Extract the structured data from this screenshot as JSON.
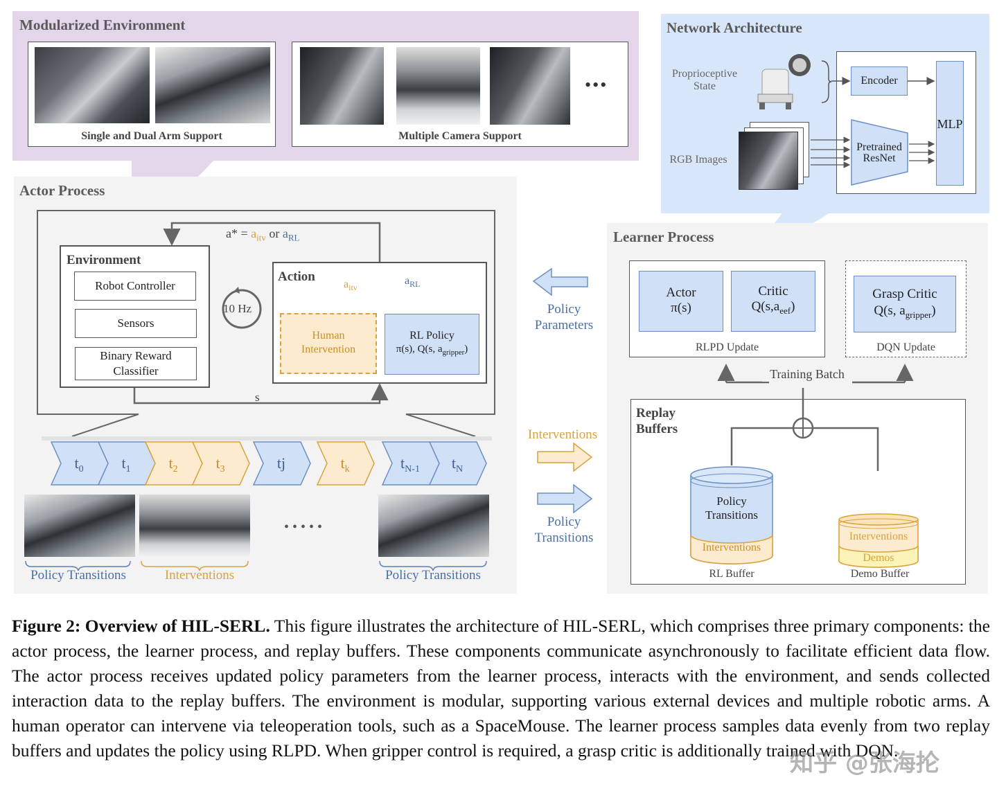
{
  "modular_env": {
    "title": "Modularized Environment",
    "arm_support": "Single and Dual Arm Support",
    "camera_support": "Multiple Camera Support",
    "more": "•••"
  },
  "network": {
    "title": "Network Architecture",
    "proprio": "Proprioceptive State",
    "rgb": "RGB Images",
    "encoder": "Encoder",
    "resnet_line1": "Pretrained",
    "resnet_line2": "ResNet",
    "mlp": "MLP"
  },
  "actor": {
    "title": "Actor Process",
    "env_title": "Environment",
    "robot_controller": "Robot Controller",
    "sensors": "Sensors",
    "reward_line1": "Binary Reward",
    "reward_line2": "Classifier",
    "rate": "10 Hz",
    "action_title": "Action",
    "a_star": "a* = ",
    "a_itv_base": "a",
    "a_itv_sub": "itv",
    "or_text": " or ",
    "a_rl_base": "a",
    "a_rl_sub": "RL",
    "human_line1": "Human",
    "human_line2": "Intervention",
    "rl_policy_line1": "RL Policy",
    "rl_policy_line2": "π(s), Q(s, a",
    "rl_policy_sub": "gripper",
    "rl_policy_close": ")",
    "s_label": "s"
  },
  "timeline": {
    "steps": [
      {
        "base": "t",
        "sub": "0",
        "kind": "blue"
      },
      {
        "base": "t",
        "sub": "1",
        "kind": "blue"
      },
      {
        "base": "t",
        "sub": "2",
        "kind": "orange"
      },
      {
        "base": "t",
        "sub": "3",
        "kind": "orange"
      },
      {
        "base": "tj",
        "sub": "",
        "kind": "blue"
      },
      {
        "base": "t",
        "sub": "k",
        "kind": "orange"
      },
      {
        "base": "t",
        "sub": "N-1",
        "kind": "blue"
      },
      {
        "base": "t",
        "sub": "N",
        "kind": "blue"
      }
    ],
    "policy_transitions_left": "Policy Transitions",
    "interventions": "Interventions",
    "policy_transitions_right": "Policy Transitions",
    "dots": "• • • • •"
  },
  "middle": {
    "policy_params_line1": "Policy",
    "policy_params_line2": "Parameters",
    "interventions": "Interventions",
    "policy_trans_line1": "Policy",
    "policy_trans_line2": "Transitions"
  },
  "learner": {
    "title": "Learner Process",
    "actor_line1": "Actor",
    "actor_line2": "π(s)",
    "critic_line1": "Critic",
    "critic_line2": "Q(s,a",
    "critic_sub": "eef",
    "critic_close": ")",
    "rlpd": "RLPD Update",
    "grasp_line1": "Grasp Critic",
    "grasp_line2": "Q(s, a",
    "grasp_sub": "gripper",
    "grasp_close": ")",
    "dqn": "DQN Update",
    "training_batch": "Training Batch",
    "replay_line1": "Replay",
    "replay_line2": "Buffers",
    "rl_buf_policy_line1": "Policy",
    "rl_buf_policy_line2": "Transitions",
    "rl_buf_interventions": "Interventions",
    "rl_buffer": "RL Buffer",
    "demo_interventions": "Interventions",
    "demo_demos": "Demos",
    "demo_buffer": "Demo Buffer"
  },
  "caption": {
    "label": "Figure 2: Overview of HIL-SERL.",
    "text": " This figure illustrates the architecture of HIL-SERL, which comprises three primary components: the actor process, the learner process, and replay buffers. These components communicate asynchronously to facilitate efficient data flow. The actor process receives updated policy parameters from the learner process, interacts with the environment, and sends collected interaction data to the replay buffers. The environment is modular, supporting various external devices and multiple robotic arms. A human operator can intervene via teleoperation tools, such as a SpaceMouse. The learner process samples data evenly from two replay buffers and updates the policy using RLPD. When gripper control is required, a grasp critic is additionally trained with DQN."
  },
  "watermark": "知乎 @张海抡",
  "colors": {
    "purple_bg": "#e3d5ea",
    "blue_bg": "#d8e6fa",
    "gray_bg": "#f3f3f3",
    "blue_fill": "#cfe0f7",
    "orange_fill": "#fdebd0",
    "orange_line": "#d9a23a",
    "blue_line": "#6b8fc4"
  }
}
